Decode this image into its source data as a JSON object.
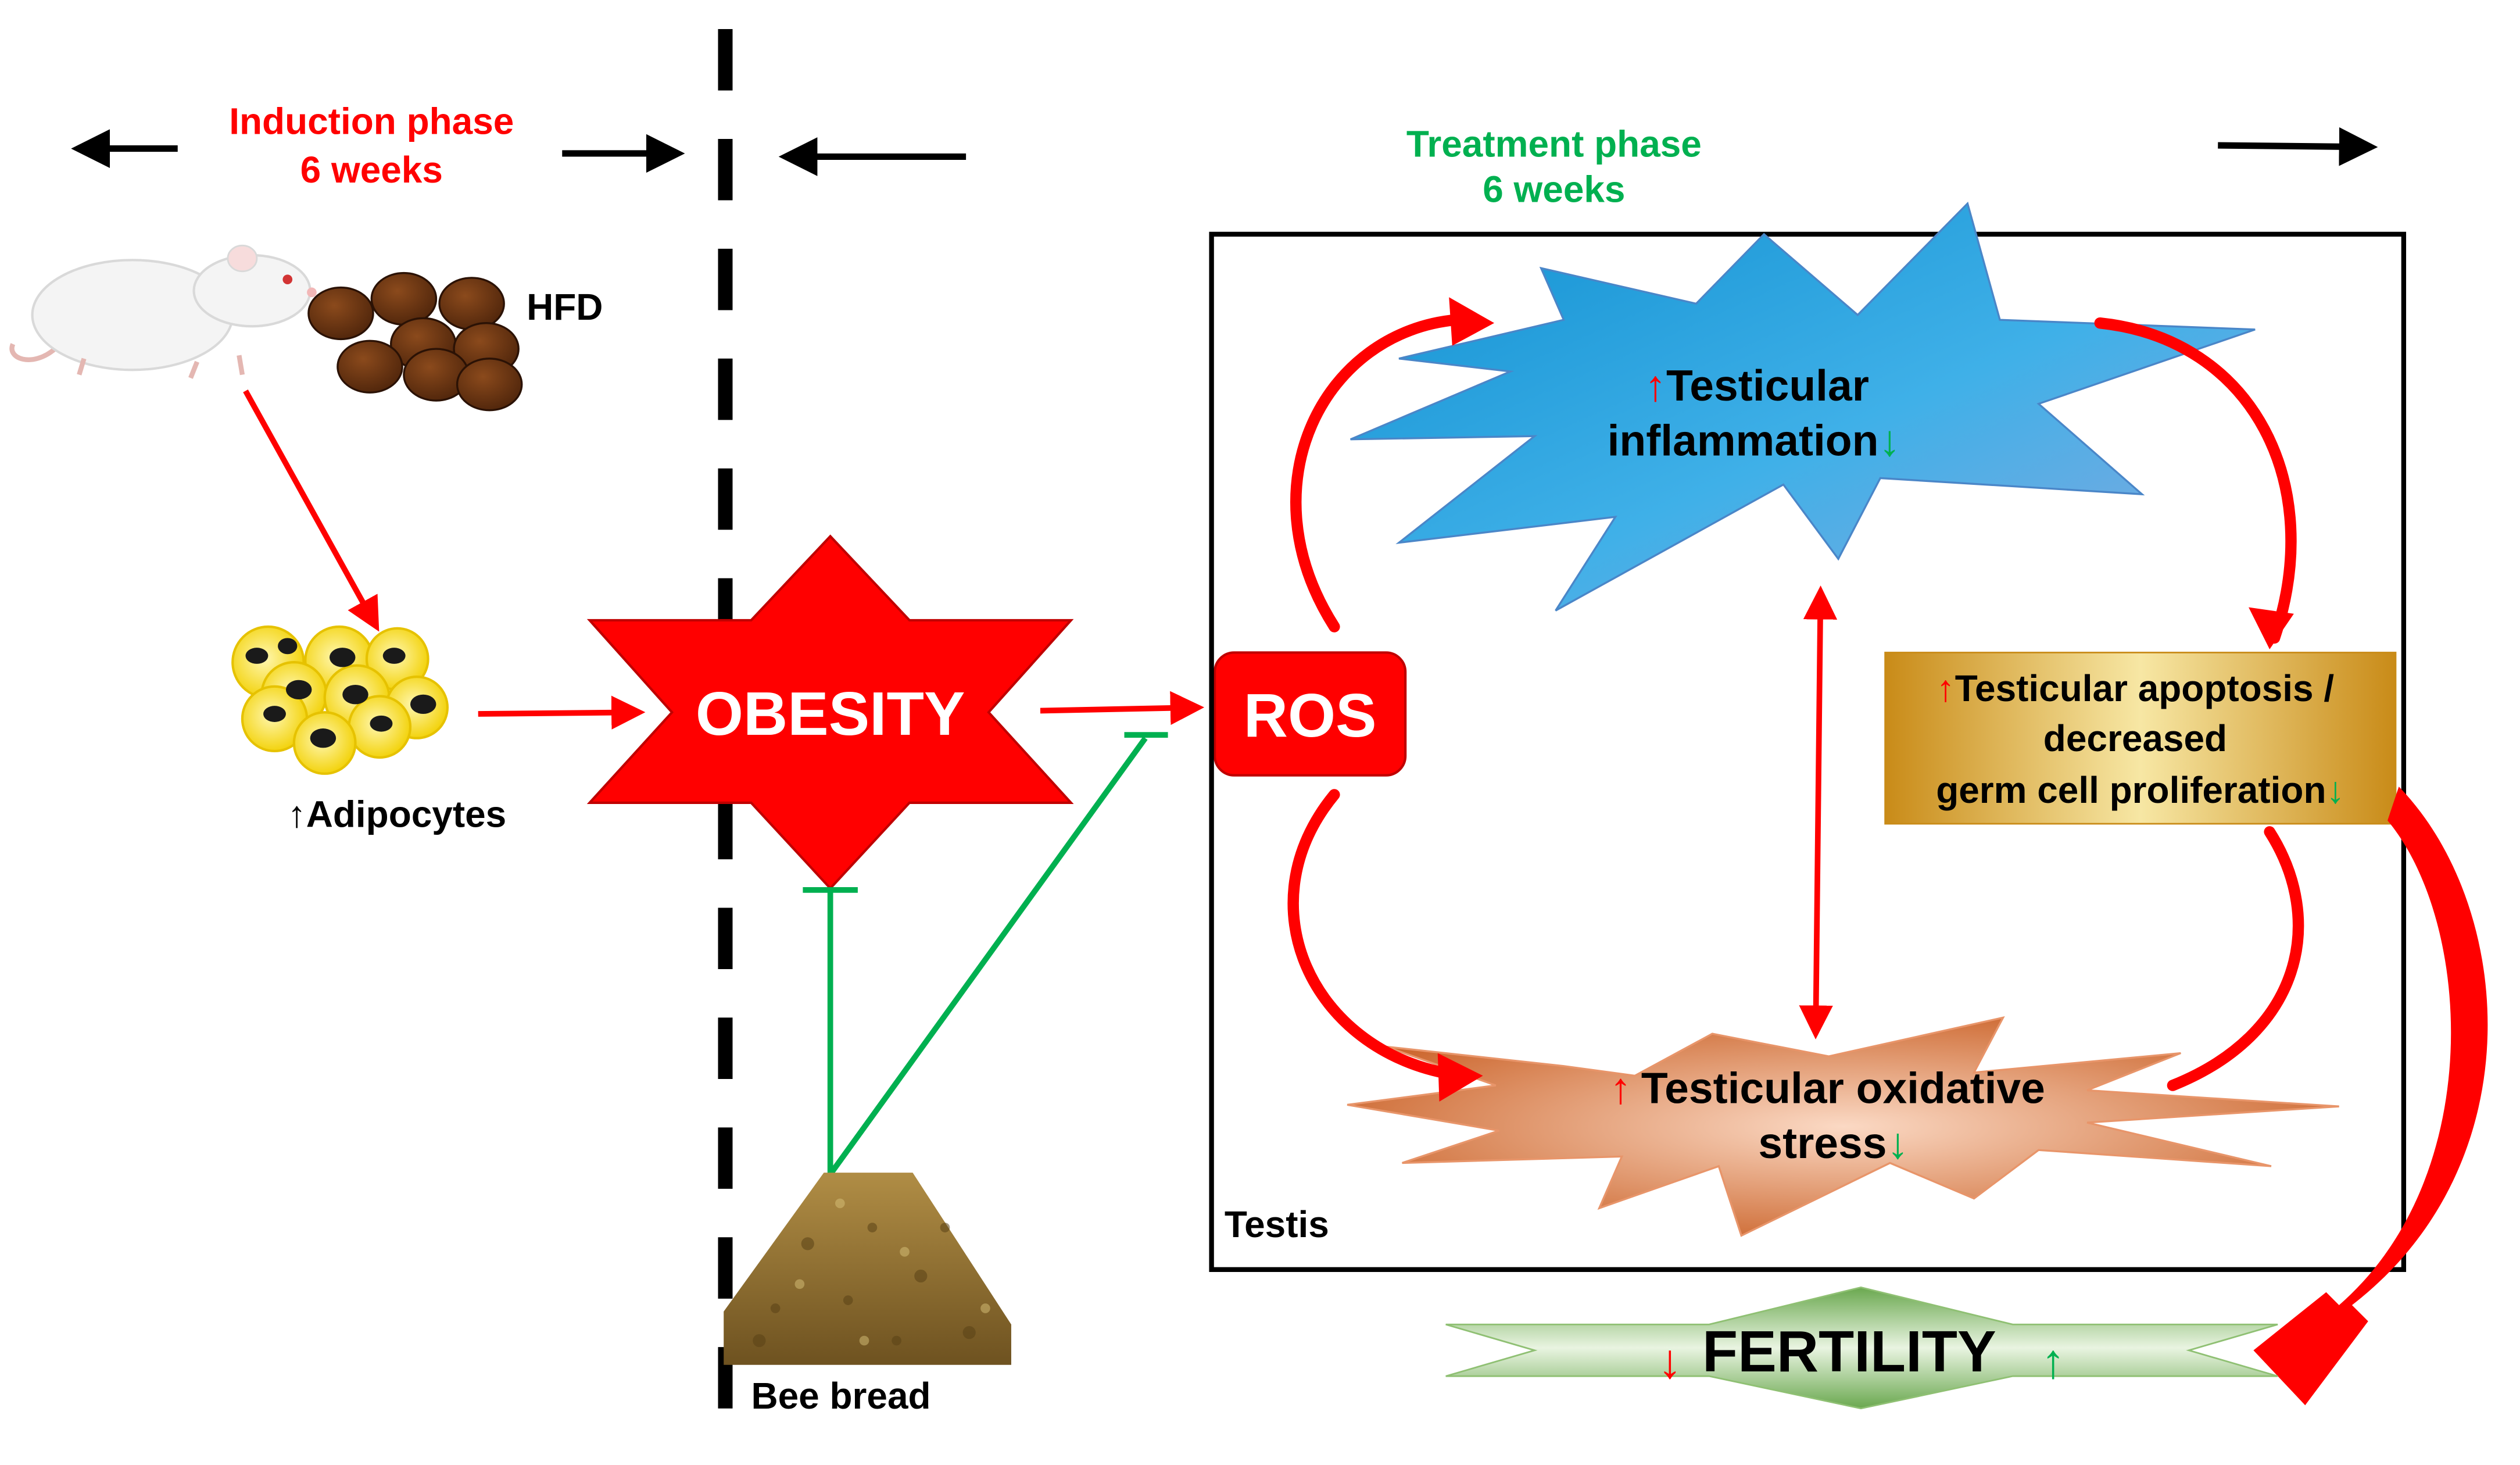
{
  "induction": {
    "title": "Induction phase",
    "duration": "6 weeks"
  },
  "treatment": {
    "title": "Treatment phase",
    "duration": "6 weeks"
  },
  "labels": {
    "hfd": "HFD",
    "adipocytes_arrow": "↑",
    "adipocytes": "Adipocytes",
    "obesity": "OBESITY",
    "ros": "ROS",
    "bee_bread": "Bee bread",
    "testis": "Testis"
  },
  "inflammation": {
    "up_arrow": "↑",
    "line1": "Testicular",
    "line2": "inflammation",
    "down_arrow": "↓"
  },
  "apoptosis": {
    "up_arrow": "↑",
    "line1": "Testicular apoptosis /",
    "line2": "decreased",
    "line3": "germ cell proliferation",
    "down_arrow": "↓"
  },
  "oxidative": {
    "up_arrow": "↑",
    "line1": "Testicular oxidative",
    "line2": "stress",
    "down_arrow": "↓"
  },
  "fertility": {
    "down_arrow": "↓",
    "label": "FERTILITY",
    "up_arrow": "↑"
  },
  "colors": {
    "red": "#ff0000",
    "green": "#00b050",
    "black": "#000000",
    "rat_white": "#f4f4f4",
    "pellet_brown": "#6b3411",
    "adipocyte_yellow": "#ffe600",
    "inflammation_blue": "#1a9ad6",
    "apoptosis_gold": "#d9a92b",
    "oxidative_orange": "#e8956a",
    "fertility_green": "#8fc073",
    "bee_bread_brown": "#8a6a2c"
  },
  "icons": [
    "rat-icon",
    "hfd-pellets-icon",
    "adipocytes-icon",
    "bee-bread-icon"
  ]
}
